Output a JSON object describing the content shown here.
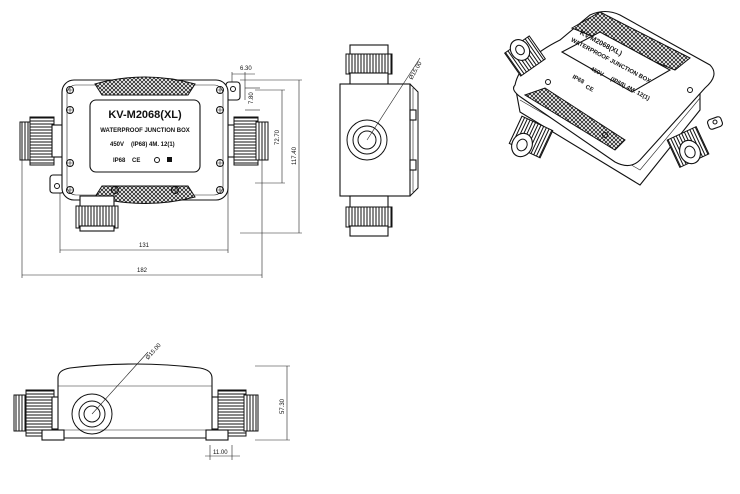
{
  "label": {
    "model": "KV-M2068(XL)",
    "title": "WATERPROOF JUNCTION BOX",
    "rating": "450V",
    "spec": "(IP68) 4M. 12(1)",
    "ip": "IP68",
    "ce": "CE"
  },
  "iso_label": {
    "model": "KV-M2068(XL)",
    "title": "WATERPROOF JUNCTION BOX",
    "rating": "450V",
    "spec": "(IP68) 4M. 12(1)",
    "ip": "IP68",
    "ce": "CE"
  },
  "dimensions": {
    "hole": "6.30",
    "offset": "7.80",
    "inner_height": "72.70",
    "outer_height": "117.40",
    "inner_width": "131",
    "total_width": "182",
    "side_dia": "Ø15.00",
    "bottom_dia": "Ø15.00",
    "depth": "57.30",
    "foot": "11.00"
  }
}
